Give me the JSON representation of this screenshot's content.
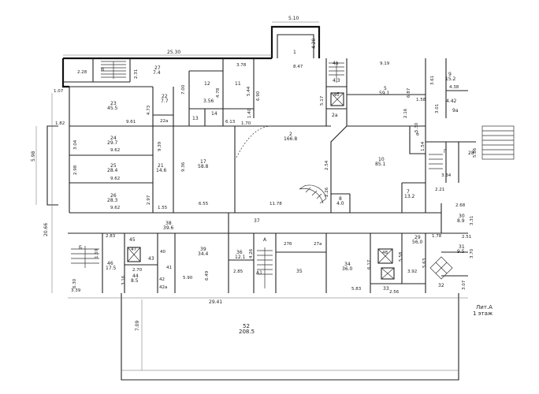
{
  "caption": {
    "line1": "Лит.А",
    "line2": "1 этаж"
  },
  "dimensions": {
    "top_portico": "5.10",
    "portico_side": "4.20",
    "top_overall": "25.30",
    "bottom_overall": "29.41",
    "left_height": "20.66",
    "left_far": "5.98",
    "canopy_side": "7.09"
  },
  "rooms": [
    {
      "num": "1",
      "area": ""
    },
    {
      "num": "2",
      "area": "166.8"
    },
    {
      "num": "4",
      "area": "4.3"
    },
    {
      "num": "4a",
      "area": ""
    },
    {
      "num": "4б",
      "area": ""
    },
    {
      "num": "2a",
      "area": ""
    },
    {
      "num": "5",
      "area": "59.1"
    },
    {
      "num": "6",
      "area": ""
    },
    {
      "num": "7",
      "area": "13.2"
    },
    {
      "num": "8",
      "area": "4.0"
    },
    {
      "num": "9",
      "area": "15.2"
    },
    {
      "num": "9a",
      "area": "4.42"
    },
    {
      "num": "10",
      "area": "85.1"
    },
    {
      "num": "11",
      "area": ""
    },
    {
      "num": "12",
      "area": "3.56"
    },
    {
      "num": "13",
      "area": ""
    },
    {
      "num": "14",
      "area": ""
    },
    {
      "num": "17",
      "area": "58.8"
    },
    {
      "num": "21",
      "area": "14.6"
    },
    {
      "num": "22",
      "area": "7.7"
    },
    {
      "num": "22a",
      "area": ""
    },
    {
      "num": "23",
      "area": "45.5"
    },
    {
      "num": "24",
      "area": "29.7"
    },
    {
      "num": "25",
      "area": "28.4"
    },
    {
      "num": "26",
      "area": "28.3"
    },
    {
      "num": "27",
      "area": "7.4"
    },
    {
      "num": "28",
      "area": ""
    },
    {
      "num": "29",
      "area": "56.0"
    },
    {
      "num": "30",
      "area": "8.9"
    },
    {
      "num": "31",
      "area": "9.5"
    },
    {
      "num": "32",
      "area": ""
    },
    {
      "num": "33",
      "area": ""
    },
    {
      "num": "34",
      "area": "36.0"
    },
    {
      "num": "35",
      "area": ""
    },
    {
      "num": "36",
      "area": "12.1"
    },
    {
      "num": "37",
      "area": ""
    },
    {
      "num": "38",
      "area": "39.6"
    },
    {
      "num": "39",
      "area": "34.4"
    },
    {
      "num": "40",
      "area": ""
    },
    {
      "num": "41",
      "area": ""
    },
    {
      "num": "42",
      "area": ""
    },
    {
      "num": "42a",
      "area": ""
    },
    {
      "num": "43",
      "area": ""
    },
    {
      "num": "44",
      "area": "8.5"
    },
    {
      "num": "45",
      "area": ""
    },
    {
      "num": "46",
      "area": "17.5"
    },
    {
      "num": "47",
      "area": ""
    },
    {
      "num": "48",
      "area": ""
    },
    {
      "num": "52",
      "area": "208.5"
    },
    {
      "num": "27б",
      "area": ""
    },
    {
      "num": "27a",
      "area": ""
    },
    {
      "num": "Б",
      "area": ""
    },
    {
      "num": "В",
      "area": ""
    },
    {
      "num": "А",
      "area": ""
    },
    {
      "num": "А1",
      "area": ""
    },
    {
      "num": "Г",
      "area": ""
    }
  ],
  "measures": [
    "2.28",
    "2.31",
    "1.07",
    "1.82",
    "3.04",
    "2.98",
    "9.61",
    "9.62",
    "9.62",
    "9.62",
    "4.73",
    "3.78",
    "5.44",
    "6.90",
    "5.17",
    "7.00",
    "4.78",
    "1.40",
    "6.13",
    "1.70",
    "8.47",
    "9.19",
    "3.61",
    "4.38",
    "1.58",
    "3.01",
    "6.87",
    "2.16",
    "5.30",
    "1.54",
    "2.54",
    "2.26",
    "11.78",
    "6.55",
    "9.36",
    "9.39",
    "1.55",
    "2.97",
    "3.34",
    "2.21",
    "2.68",
    "3.31",
    "2.51",
    "3.70",
    "1.78",
    "5.63",
    "3.92",
    "3.07",
    "2.56",
    "6.17",
    "5.58",
    "5.83",
    "4.26",
    "2.85",
    "6.49",
    "5.90",
    "2.70",
    "2.83",
    "1.59",
    "3.16",
    "6.30",
    "3.39",
    "5.86"
  ]
}
